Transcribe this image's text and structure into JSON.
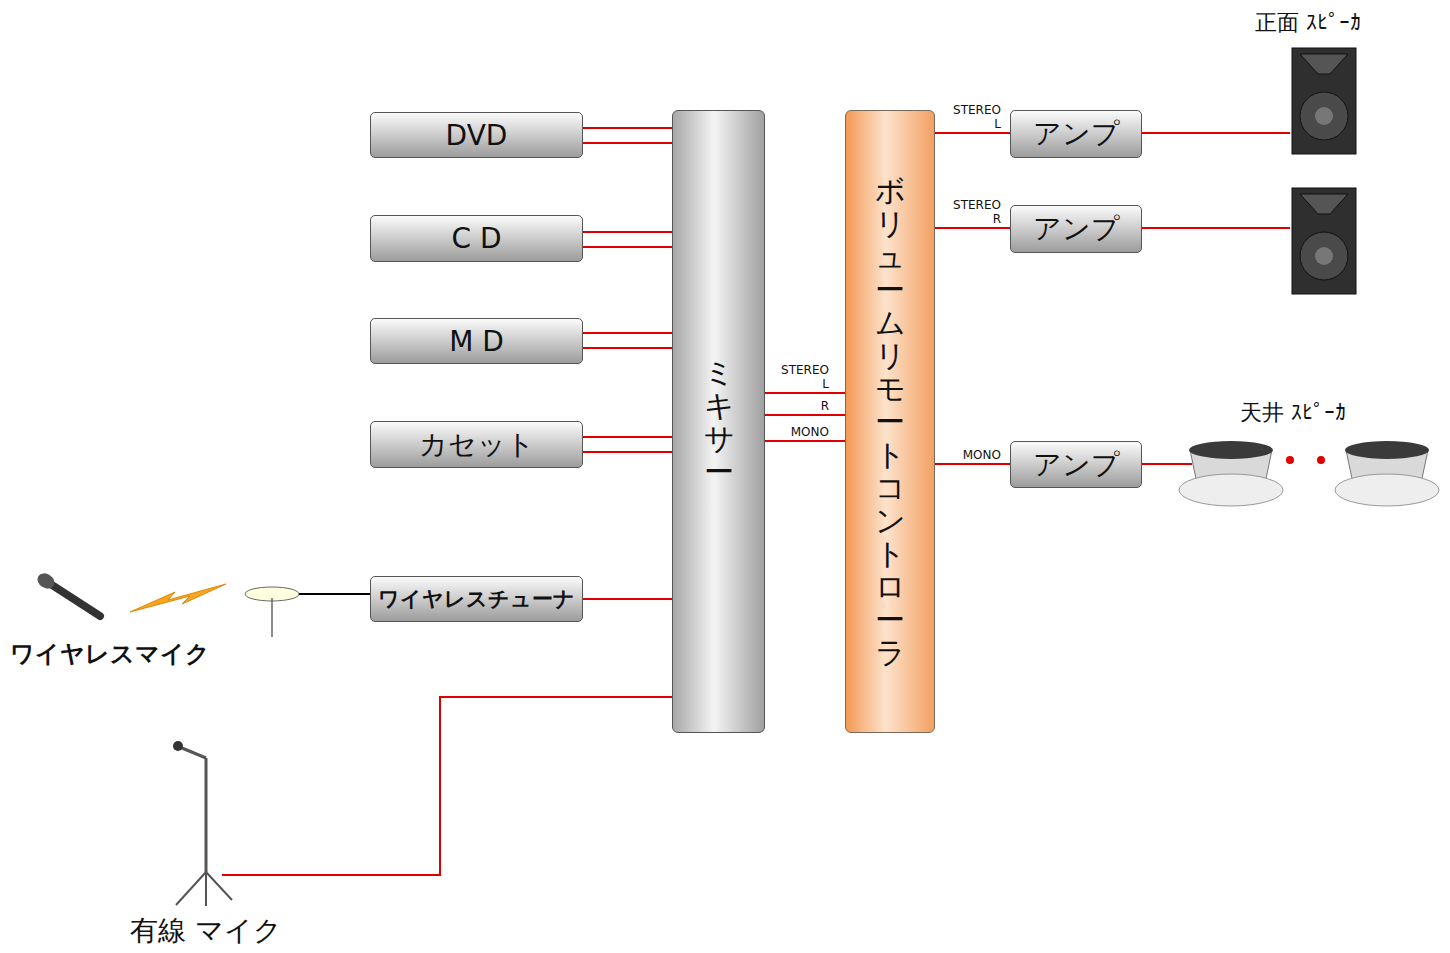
{
  "diagram": {
    "nodes": [
      {
        "text": [
          "DVD"
        ]
      },
      {
        "text": [
          "C D"
        ]
      },
      {
        "text": [
          "M D"
        ]
      },
      {
        "text": [
          "カセット"
        ]
      },
      {
        "text": [
          "ワイヤレスチューナ"
        ]
      },
      {
        "text": [
          "ミキサー"
        ]
      },
      {
        "text": [
          "ボリュームリモートコントローラ"
        ]
      },
      {
        "text": [
          "アンプ"
        ]
      },
      {
        "text": [
          "アンプ"
        ]
      },
      {
        "text": [
          "アンプ"
        ]
      }
    ],
    "edges": [
      {
        "from": 0,
        "to": 5,
        "arrow": "none"
      },
      {
        "from": 1,
        "to": 5,
        "arrow": "none"
      },
      {
        "from": 2,
        "to": 5,
        "arrow": "none"
      },
      {
        "from": 3,
        "to": 5,
        "arrow": "none"
      },
      {
        "from": 4,
        "to": 5,
        "arrow": "none"
      },
      {
        "from": 5,
        "to": 6,
        "label": "STEREO L",
        "arrow": "none"
      },
      {
        "from": 5,
        "to": 6,
        "label": "R",
        "arrow": "none"
      },
      {
        "from": 5,
        "to": 6,
        "label": "MONO",
        "arrow": "none"
      },
      {
        "from": 6,
        "to": 7,
        "label": "STEREO L",
        "arrow": "none"
      },
      {
        "from": 6,
        "to": 8,
        "label": "STEREO R",
        "arrow": "none"
      },
      {
        "from": 6,
        "to": 9,
        "label": "MONO",
        "arrow": "none"
      }
    ],
    "labels": [
      "正面 ｽﾋﾟｰｶ",
      "天井 ｽﾋﾟｰｶ",
      "ワイヤレスマイク",
      "有線 マイク"
    ]
  }
}
